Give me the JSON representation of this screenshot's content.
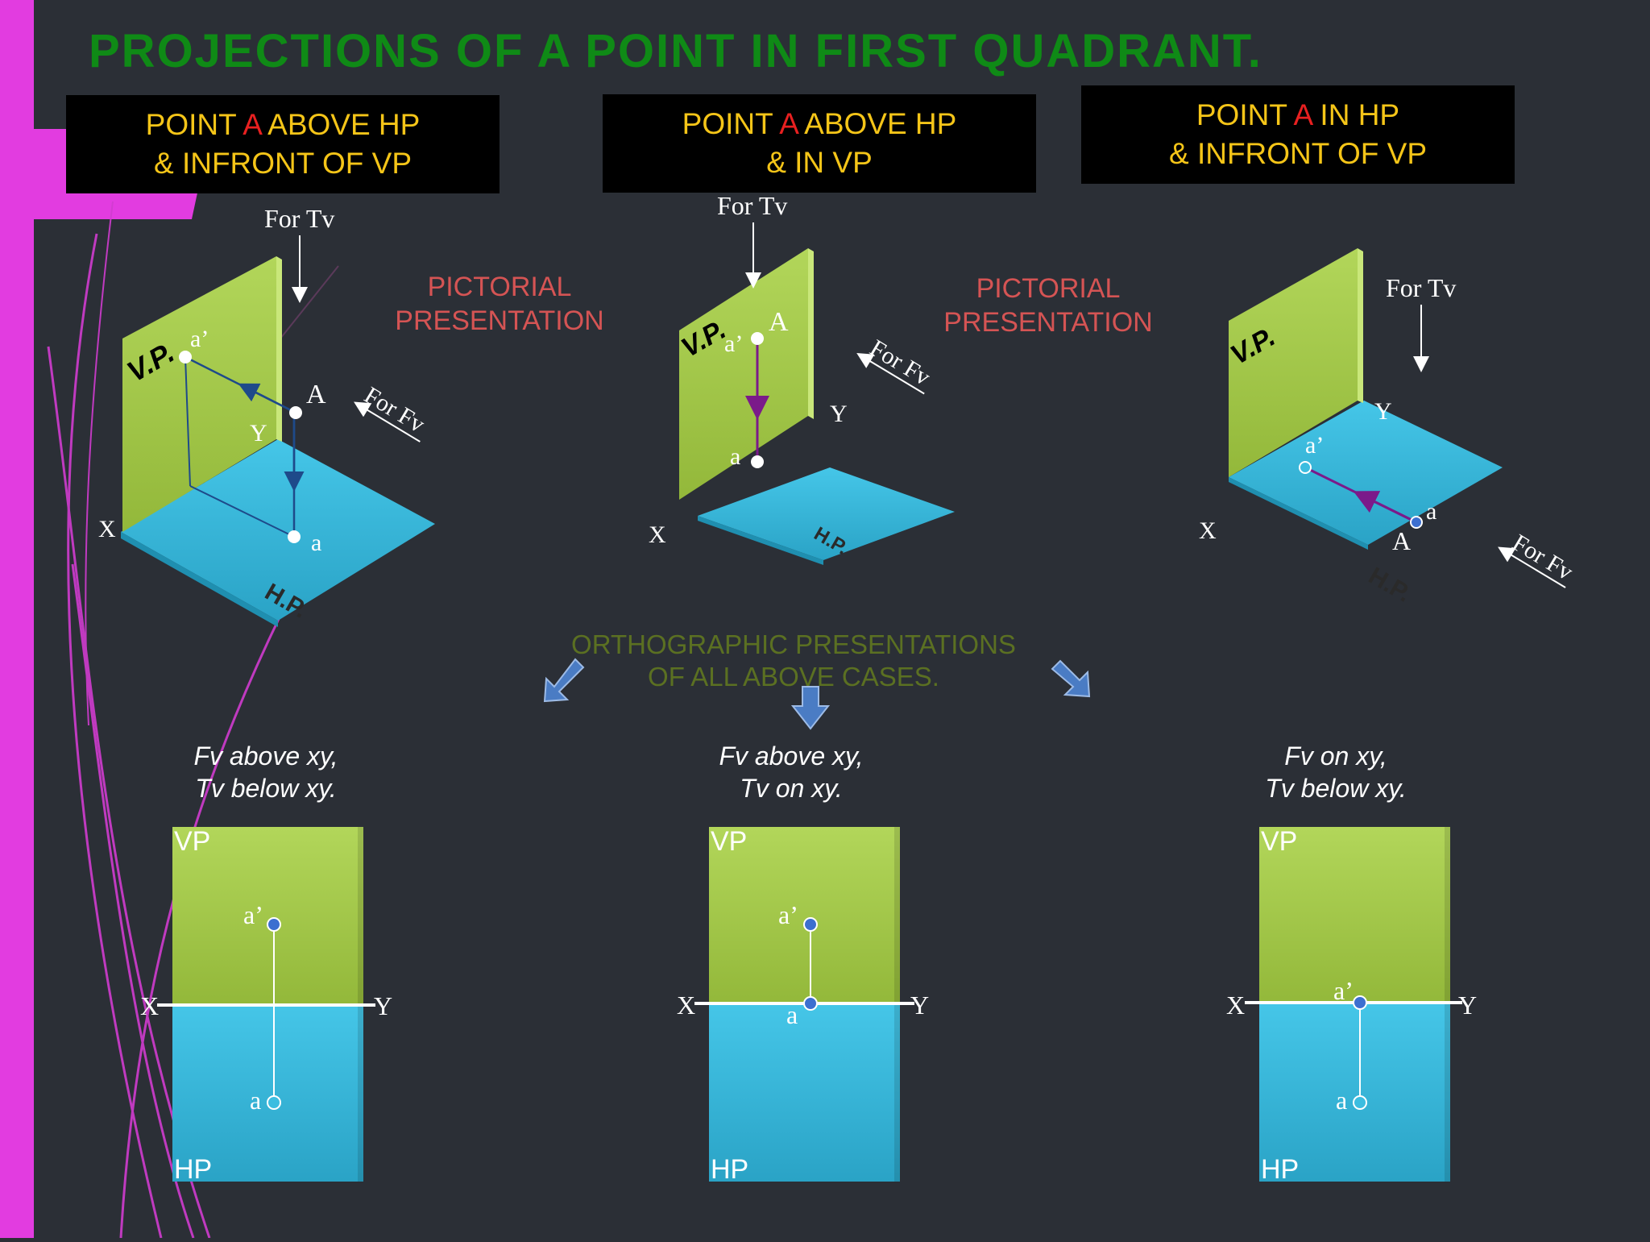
{
  "title": "PROJECTIONS OF A POINT IN FIRST QUADRANT.",
  "cases": [
    {
      "line1_a": "POINT ",
      "line1_b": "A",
      "line1_c": " ABOVE HP",
      "line2": "& INFRONT OF VP"
    },
    {
      "line1_a": "POINT ",
      "line1_b": "A",
      "line1_c": " ABOVE HP",
      "line2": "& IN VP"
    },
    {
      "line1_a": "POINT ",
      "line1_b": "A",
      "line1_c": " IN HP",
      "line2": "& INFRONT OF VP"
    }
  ],
  "pictorial": {
    "line1": "PICTORIAL",
    "line2": "PRESENTATION"
  },
  "orthographic": {
    "line1": "ORTHOGRAPHIC PRESENTATIONS",
    "line2": "OF ALL ABOVE CASES."
  },
  "labels": {
    "for_tv": "For Tv",
    "for_fv": "For Fv",
    "vp_plane": "V.P.",
    "hp_plane": "H.P.",
    "x": "X",
    "y": "Y",
    "point_A": "A",
    "point_a": "a",
    "point_a_dash": "a’",
    "vp": "VP",
    "hp": "HP"
  },
  "notes": [
    {
      "line1": "Fv above xy,",
      "line2": "Tv below xy."
    },
    {
      "line1": "Fv above xy,",
      "line2": "Tv on xy."
    },
    {
      "line1": "Fv on xy,",
      "line2": "Tv below xy."
    }
  ],
  "colors": {
    "background": "#2b2f36",
    "title": "#0f8a16",
    "box_text": "#f5c518",
    "point_letter": "#e82020",
    "pictorial": "#d55454",
    "orthographic": "#5b7022",
    "vp_plane": "#a8cc4a",
    "hp_plane": "#3cbde0",
    "accent_magenta": "#e23ce0"
  }
}
